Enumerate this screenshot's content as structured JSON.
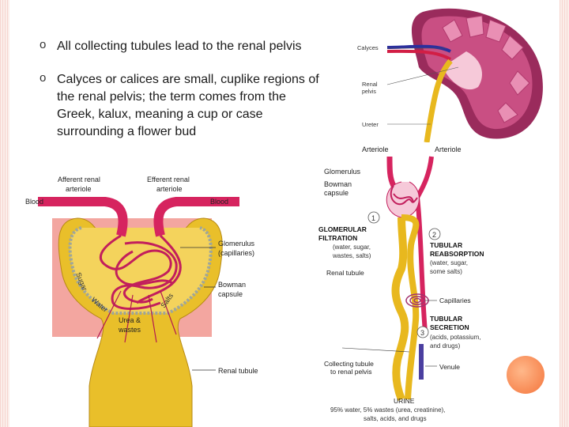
{
  "bullets": [
    "All collecting tubules lead to the renal pelvis",
    "Calyces or calices are small, cuplike regions of the renal pelvis; the term comes from the Greek, kalux, meaning a cup or case surrounding a flower bud"
  ],
  "bullet_symbol": "o",
  "kidney": {
    "calyces": "Calyces",
    "renal_pelvis_1": "Renal",
    "renal_pelvis_2": "pelvis",
    "ureter": "Ureter"
  },
  "glomerulus_left": {
    "afferent_1": "Afferent renal",
    "afferent_2": "arteriole",
    "efferent_1": "Efferent renal",
    "efferent_2": "arteriole",
    "blood_left": "Blood",
    "blood_right": "Blood",
    "glomerulus_1": "Glomerulus",
    "glomerulus_2": "(capillaries)",
    "bowman_1": "Bowman",
    "bowman_2": "capsule",
    "sugar": "Sugar",
    "water": "Water",
    "salts": "Salts",
    "urea_1": "Urea &",
    "urea_2": "wastes",
    "renal_tubule": "Renal tubule"
  },
  "nephron": {
    "arteriole_left": "Arteriole",
    "arteriole_right": "Arteriole",
    "glomerulus": "Glomerulus",
    "bowman_1": "Bowman",
    "bowman_2": "capsule",
    "num1": "1",
    "filtration_1": "GLOMERULAR",
    "filtration_2": "FILTRATION",
    "filtration_3": "(water, sugar,",
    "filtration_4": "wastes, salts)",
    "renal_tubule": "Renal tubule",
    "num2": "2",
    "reabs_1": "TUBULAR",
    "reabs_2": "REABSORPTION",
    "reabs_3": "(water, sugar,",
    "reabs_4": "some salts)",
    "capillaries": "Capillaries",
    "num3": "3",
    "secr_1": "TUBULAR",
    "secr_2": "SECRETION",
    "secr_3": "(acids, potassium,",
    "secr_4": "and drugs)",
    "collecting_1": "Collecting tubule",
    "collecting_2": "to renal pelvis",
    "venule": "Venule",
    "urine_1": "URINE",
    "urine_2": "95% water, 5% wastes (urea, creatinine),",
    "urine_3": "salts, acids, and drugs"
  },
  "colors": {
    "artery": "#d6245f",
    "vein": "#4b3fa0",
    "tubule": "#e8b81e",
    "tissue": "#f3a6a0",
    "orange_accent": "#f4743b"
  }
}
